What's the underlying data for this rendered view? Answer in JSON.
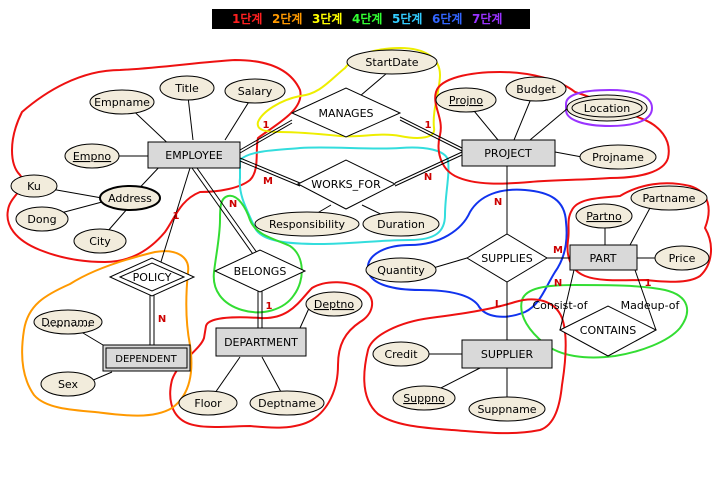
{
  "legend": {
    "items": [
      {
        "label": "1단계",
        "color": "#ff2020"
      },
      {
        "label": "2단계",
        "color": "#ff9900"
      },
      {
        "label": "3단계",
        "color": "#ffff00"
      },
      {
        "label": "4단계",
        "color": "#33ff33"
      },
      {
        "label": "5단계",
        "color": "#33ccff"
      },
      {
        "label": "6단계",
        "color": "#3366ff"
      },
      {
        "label": "7단계",
        "color": "#9933ff"
      }
    ]
  },
  "entities": {
    "employee": "EMPLOYEE",
    "project": "PROJECT",
    "part": "PART",
    "supplier": "SUPPLIER",
    "department": "DEPARTMENT",
    "dependent": "DEPENDENT"
  },
  "relationships": {
    "manages": "MANAGES",
    "works_for": "WORKS_FOR",
    "belongs": "BELONGS",
    "policy": "POLICY",
    "supplies": "SUPPLIES",
    "contains": "CONTAINS"
  },
  "attributes": {
    "empname": "Empname",
    "title": "Title",
    "salary": "Salary",
    "empno": "Empno",
    "address": "Address",
    "ku": "Ku",
    "dong": "Dong",
    "city": "City",
    "startdate": "StartDate",
    "responsibility": "Responsibility",
    "duration": "Duration",
    "projno": "Projno",
    "budget": "Budget",
    "location": "Location",
    "projname": "Projname",
    "partno": "Partno",
    "partname": "Partname",
    "price": "Price",
    "quantity": "Quantity",
    "credit": "Credit",
    "suppno": "Suppno",
    "suppname": "Suppname",
    "deptno": "Deptno",
    "floor": "Floor",
    "deptname": "Deptname",
    "depname": "Depname",
    "sex": "Sex"
  },
  "role_labels": {
    "consist_of": "Consist-of",
    "madeup_of": "Madeup-of"
  },
  "cardinalities": {
    "manages_emp": "1",
    "manages_proj": "1",
    "works_emp": "M",
    "works_proj": "N",
    "policy_emp": "1",
    "policy_dep": "N",
    "belongs_emp": "N",
    "belongs_dept": "1",
    "supplies_proj": "N",
    "supplies_part": "M",
    "supplies_supp": "L",
    "contains_n": "N",
    "contains_1": "1"
  }
}
